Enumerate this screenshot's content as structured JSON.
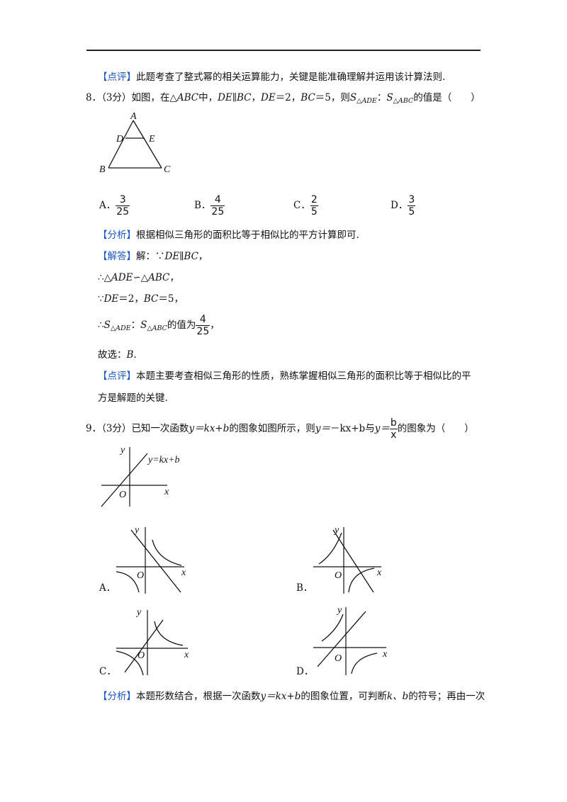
{
  "note1": {
    "tag": "【点评】",
    "text": "此题考查了整式幂的相关运算能力，关键是能准确理解并运用该计算法则."
  },
  "q8": {
    "num": "8．",
    "score": "（3分）",
    "stem_a": "如图，在△",
    "abc": "ABC",
    "stem_b": "中，",
    "de_bc": "DE∥BC",
    "stem_c": "，",
    "de": "DE",
    "eq2": "＝2，",
    "bc": "BC",
    "eq5": "＝5，则",
    "s": "S",
    "sub_ade": "△ADE",
    "colon": "：",
    "sub_abc": "△ABC",
    "stem_d": "的值是（　　）",
    "figure": {
      "A": "A",
      "D": "D",
      "E": "E",
      "B": "B",
      "C": "C"
    },
    "options": [
      {
        "label": "A．",
        "num": "3",
        "den": "25"
      },
      {
        "label": "B．",
        "num": "4",
        "den": "25"
      },
      {
        "label": "C．",
        "num": "2",
        "den": "5"
      },
      {
        "label": "D．",
        "num": "3",
        "den": "5"
      }
    ],
    "analysis": {
      "tag": "【分析】",
      "text": "根据相似三角形的面积比等于相似比的平方计算即可."
    },
    "answer": {
      "tag": "【解答】",
      "text": "解：∵",
      "de_bc": "DE∥BC",
      "comma": "，",
      "l2_a": "∴△",
      "l2_ade": "ADE",
      "l2_sim": "∽△",
      "l2_abc": "ABC",
      "l2_end": "，",
      "l3_a": "∵",
      "l3_de": "DE",
      "l3_b": "＝2，",
      "l3_bc": "BC",
      "l3_c": "＝5，",
      "l4_a": "∴",
      "l4_s1": "S",
      "l4_sub1": "△ADE",
      "l4_colon": "：",
      "l4_s2": "S",
      "l4_sub2": "△ABC",
      "l4_b": "的值为",
      "l4_num": "4",
      "l4_den": "25",
      "l4_end": "，",
      "l5": "故选：",
      "l5_b": "B",
      "l5_end": "."
    },
    "note": {
      "tag": "【点评】",
      "text1": "本题主要考查相似三角形的性质，熟练掌握相似三角形的面积比等于相似比的平",
      "text2": "方是解题的关键."
    }
  },
  "q9": {
    "num": "9．",
    "score": "（3分）",
    "stem_a": "已知一次函数",
    "y1": "y＝kx+b",
    "stem_b": "的图象如图所示，则",
    "y2a": "y＝",
    "y2b": "－kx+b",
    "stem_c": "与",
    "y3": "y＝",
    "fn": "b",
    "fd": "x",
    "stem_d": "的图象为（　　）",
    "main_fig": {
      "y": "y",
      "x": "x",
      "o": "O",
      "label": "y=kx+b"
    },
    "options": [
      {
        "label": "A．",
        "y": "y",
        "x": "x",
        "o": "O"
      },
      {
        "label": "B．",
        "y": "y",
        "x": "x",
        "o": "O"
      },
      {
        "label": "C．",
        "y": "y",
        "x": "x",
        "o": "O"
      },
      {
        "label": "D．",
        "y": "y",
        "x": "x",
        "o": "O"
      }
    ],
    "analysis": {
      "tag": "【分析】",
      "text_a": "本题形数结合，根据一次函数",
      "y": "y＝kx+b",
      "text_b": "的图象位置，可判断",
      "kb": "k、b",
      "text_c": "的符号；再由一次"
    }
  }
}
